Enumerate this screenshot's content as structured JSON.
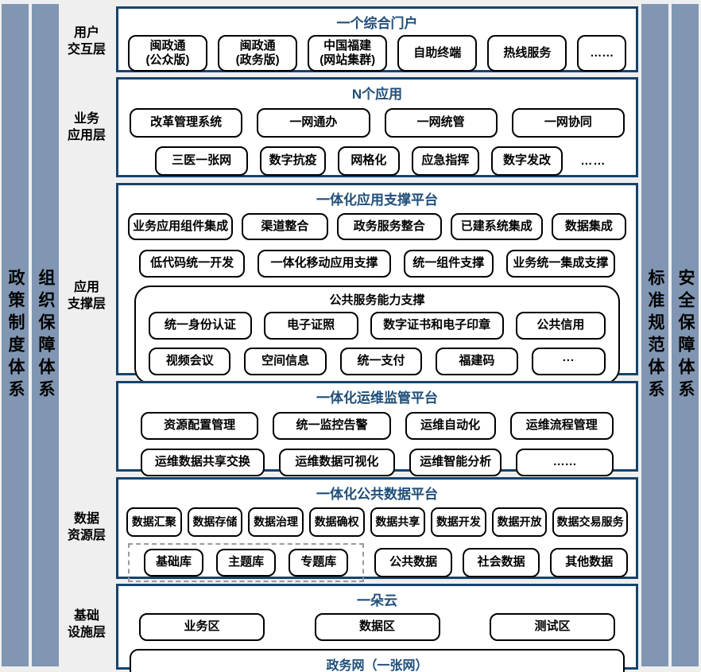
{
  "pillars": {
    "policy": "政策制度体系",
    "org": "组织保障体系",
    "standard": "标准规范体系",
    "security": "安全保障体系"
  },
  "layers": {
    "user": "用户\n交互层",
    "business": "业务\n应用层",
    "support": "应用\n支撑层",
    "data": "数据\n资源层",
    "infra": "基础\n设施层"
  },
  "portal": {
    "title": "一个综合门户",
    "items": [
      "闽政通\n(公众版)",
      "闽政通\n(政务版)",
      "中国福建\n(网站集群)",
      "自助终端",
      "热线服务",
      "……"
    ]
  },
  "apps": {
    "title": "N个应用",
    "row1": [
      "改革管理系统",
      "一网通办",
      "一网统管",
      "一网协同"
    ],
    "row2": [
      "三医一张网",
      "数字抗疫",
      "网格化",
      "应急指挥",
      "数字发改"
    ],
    "ellipsis": "……"
  },
  "app_support": {
    "title": "一体化应用支撑平台",
    "row1": [
      "业务应用组件集成",
      "渠道整合",
      "政务服务整合",
      "已建系统集成",
      "数据集成"
    ],
    "row2": [
      "低代码统一开发",
      "一体化移动应用支撑",
      "统一组件支撑",
      "业务统一集成支撑"
    ],
    "public": {
      "title": "公共服务能力支撑",
      "row1": [
        "统一身份认证",
        "电子证照",
        "数字证书和电子印章",
        "公共信用"
      ],
      "row2": [
        "视频会议",
        "空间信息",
        "统一支付",
        "福建码",
        "···"
      ]
    }
  },
  "ops": {
    "title": "一体化运维监管平台",
    "row1": [
      "资源配置管理",
      "统一监控告警",
      "运维自动化",
      "运维流程管理"
    ],
    "row2": [
      "运维数据共享交换",
      "运维数据可视化",
      "运维智能分析",
      "……"
    ]
  },
  "data_platform": {
    "title": "一体化公共数据平台",
    "row1": [
      "数据汇聚",
      "数据存储",
      "数据治理",
      "数据确权",
      "数据共享",
      "数据开发",
      "数据开放",
      "数据交易服务"
    ],
    "libraries": [
      "基础库",
      "主题库",
      "专题库"
    ],
    "row2": [
      "公共数据",
      "社会数据",
      "其他数据"
    ]
  },
  "cloud": {
    "title": "一朵云",
    "zones": [
      "业务区",
      "数据区",
      "测试区"
    ],
    "network": "政务网（一张网）"
  },
  "colors": {
    "pillar": "#8096B2",
    "accent": "#1F4E79",
    "box_border": "#000000",
    "canvas_bg": "#EFEFEF"
  }
}
